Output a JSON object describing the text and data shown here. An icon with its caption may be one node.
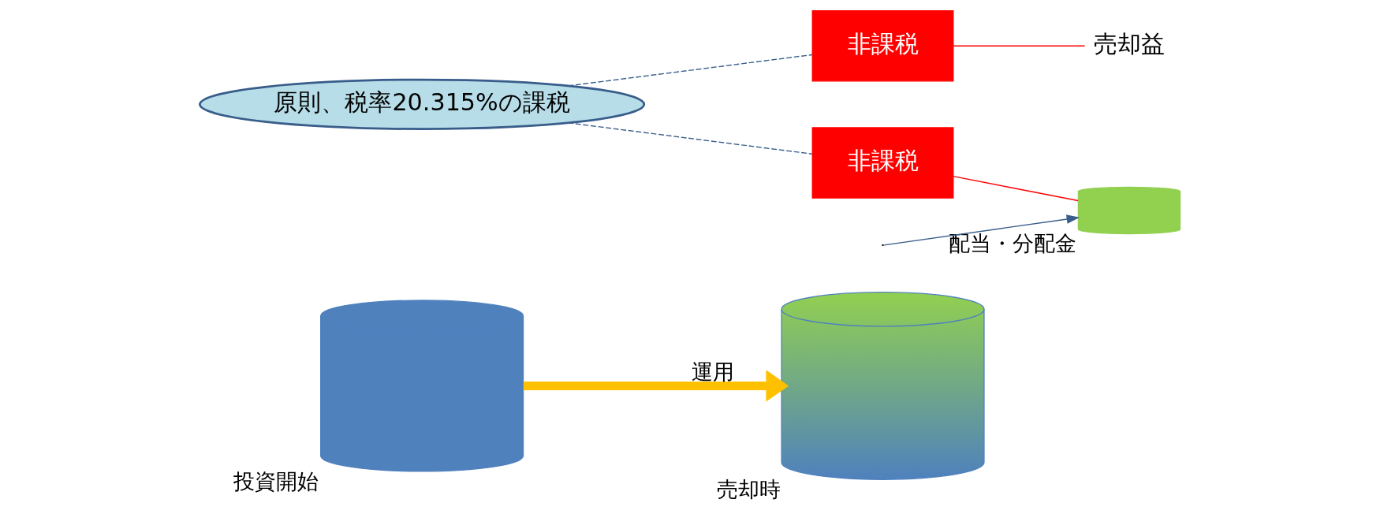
{
  "diagram": {
    "nodes": [
      {
        "text": [],
        "shape": "cylinder",
        "beside": [
          "投資開始"
        ]
      },
      {
        "text": [],
        "shape": "cylinder",
        "beside": [
          "売却時"
        ]
      },
      {
        "text": [
          "売却益"
        ]
      },
      {
        "text": [
          "非課税"
        ]
      },
      {
        "text": [],
        "shape": "cylinder",
        "beside": [
          "配当・分配金"
        ]
      },
      {
        "text": [
          "原則、税率20.315%の課税"
        ]
      },
      {
        "text": [
          "非課税"
        ]
      }
    ],
    "edges": [
      {
        "from": 0,
        "to": 1,
        "arrow": "to",
        "label": "運用",
        "style": "thick",
        "color": "#ffc000"
      },
      {
        "from": null,
        "to": 4,
        "arrow": "to",
        "color": "#385d8a"
      },
      {
        "from": 3,
        "to": 2,
        "arrow": "none",
        "color": "#ff0000"
      },
      {
        "from": 6,
        "to": 4,
        "arrow": "none",
        "color": "#ff0000"
      },
      {
        "from": 5,
        "to": 3,
        "arrow": "none",
        "style": "dashed",
        "color": "#385d8a"
      },
      {
        "from": 5,
        "to": 6,
        "arrow": "none",
        "style": "dashed",
        "color": "#385d8a"
      }
    ]
  }
}
